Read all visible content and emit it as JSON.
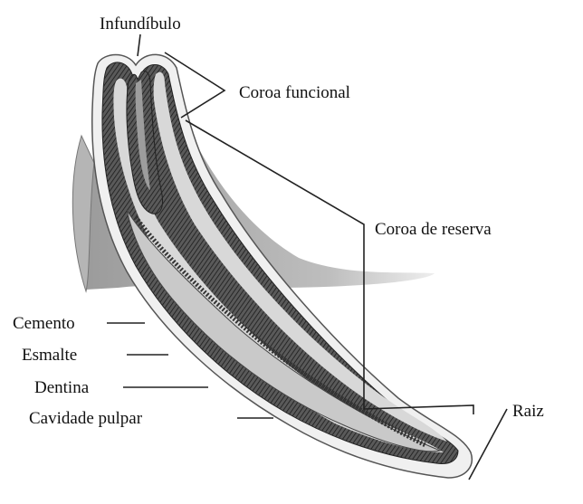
{
  "labels": {
    "infundibulo": "Infundíbulo",
    "coroa_funcional": "Coroa funcional",
    "coroa_reserva": "Coroa de reserva",
    "raiz": "Raiz",
    "cemento": "Cemento",
    "esmalte": "Esmalte",
    "dentina": "Dentina",
    "cavidade_pulpar": "Cavidade pulpar"
  },
  "colors": {
    "enamel_dark": "#3a3a3a",
    "dentin_light": "#d7d7d7",
    "pulp": "#c4c4c4",
    "gum_shadow": "#9a9a9a",
    "outline": "#222222"
  }
}
